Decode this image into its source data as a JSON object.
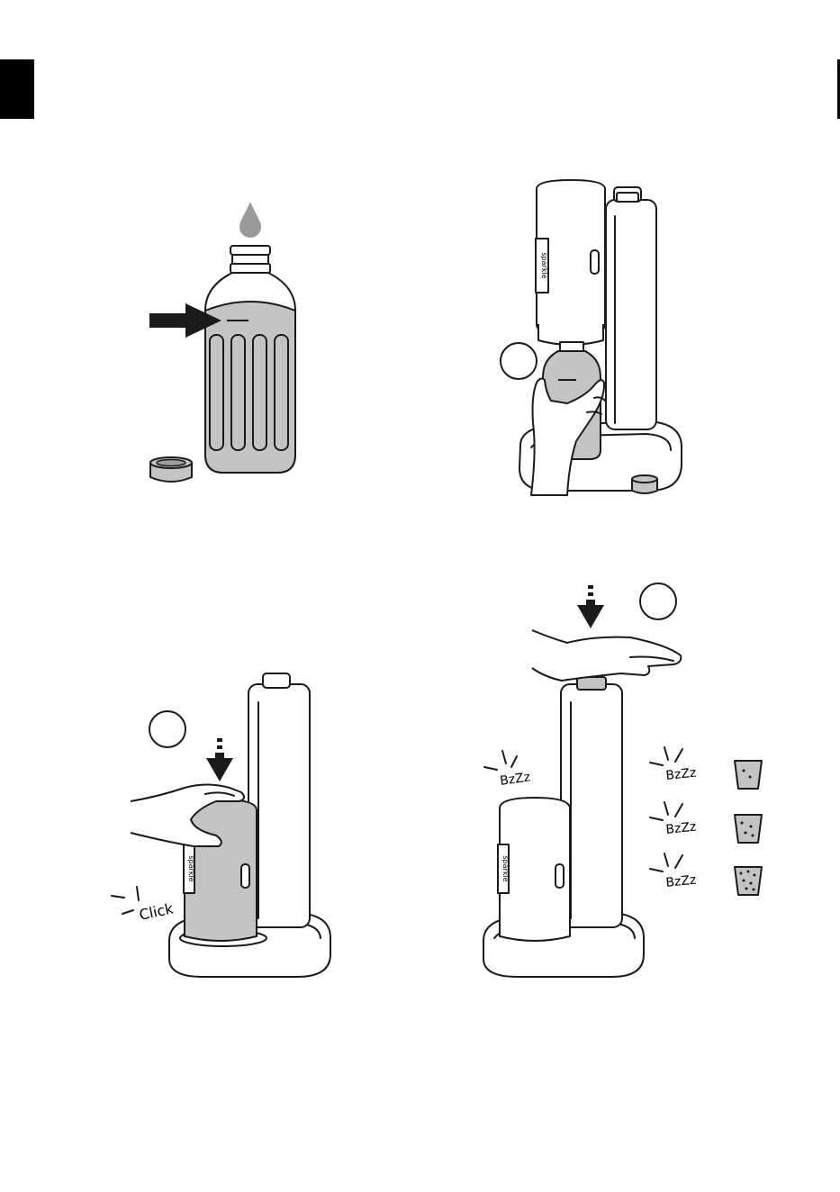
{
  "labels": {
    "brand": "sparkle",
    "click": "Click",
    "buzz": "BzZz"
  },
  "colors": {
    "line": "#1a1a1a",
    "fill_gray": "#bdbdbd",
    "fill_light": "#c9c9c9",
    "tab": "#000000"
  },
  "steps": [
    {
      "panel": "fill-bottle",
      "icons": [
        "water-drop-icon",
        "fill-line-arrow-icon",
        "bottle-cap-icon"
      ]
    },
    {
      "panel": "attach-bottle",
      "icons": [
        "hand-icon",
        "step-circle-icon",
        "bottle-cap-icon"
      ]
    },
    {
      "panel": "lock-bottle",
      "icons": [
        "hand-icon",
        "down-arrow-icon",
        "step-circle-icon",
        "click-sound-icon"
      ]
    },
    {
      "panel": "carbonate",
      "icons": [
        "hand-icon",
        "down-arrow-icon",
        "step-circle-icon",
        "buzz-sound-icon",
        "glass-icon"
      ]
    }
  ]
}
